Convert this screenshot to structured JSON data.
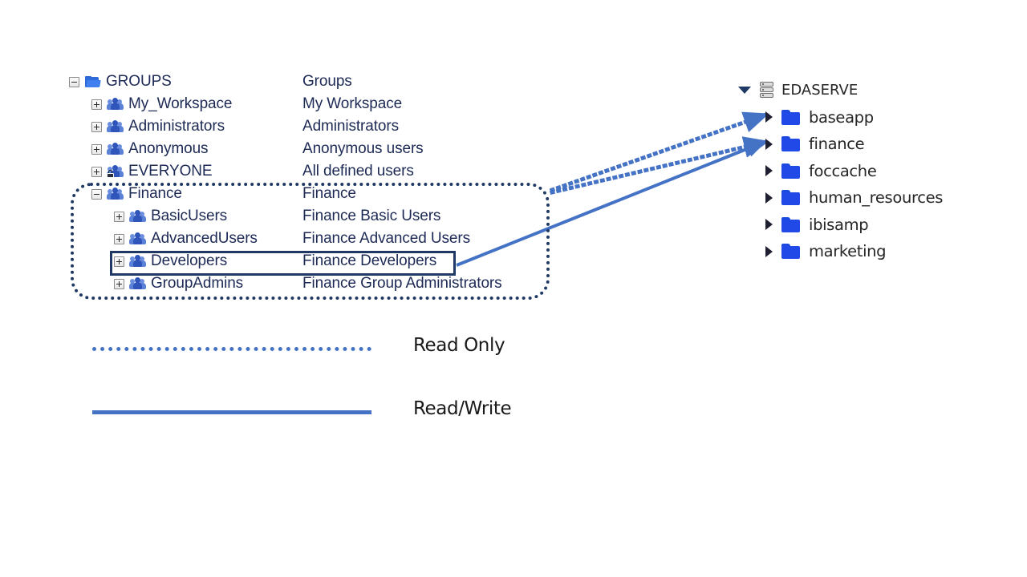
{
  "groups_tree": {
    "column_headers_present": false,
    "rows": [
      {
        "expander": "minus",
        "icon": "folder-open-icon",
        "indent": 0,
        "name": "GROUPS",
        "description": "Groups"
      },
      {
        "expander": "plus",
        "icon": "group-icon",
        "indent": 1,
        "name": "My_Workspace",
        "description": "My Workspace"
      },
      {
        "expander": "plus",
        "icon": "group-icon",
        "indent": 1,
        "name": "Administrators",
        "description": "Administrators"
      },
      {
        "expander": "plus",
        "icon": "group-icon",
        "indent": 1,
        "name": "Anonymous",
        "description": "Anonymous users"
      },
      {
        "expander": "plus",
        "icon": "group-locked-icon",
        "indent": 1,
        "name": "EVERYONE",
        "description": "All defined users"
      },
      {
        "expander": "minus",
        "icon": "group-icon",
        "indent": 1,
        "name": "Finance",
        "description": "Finance"
      },
      {
        "expander": "plus",
        "icon": "group-icon",
        "indent": 2,
        "name": "BasicUsers",
        "description": "Finance Basic Users"
      },
      {
        "expander": "plus",
        "icon": "group-icon",
        "indent": 2,
        "name": "AdvancedUsers",
        "description": "Finance Advanced Users"
      },
      {
        "expander": "plus",
        "icon": "group-icon",
        "indent": 2,
        "name": "Developers",
        "description": "Finance Developers"
      },
      {
        "expander": "plus",
        "icon": "group-icon",
        "indent": 2,
        "name": "GroupAdmins",
        "description": "Finance Group Administrators"
      }
    ]
  },
  "server_tree": {
    "root": {
      "expander": "triangle-down",
      "icon": "server-icon",
      "name": "EDASERVE"
    },
    "folders": [
      {
        "expander": "triangle-right",
        "icon": "folder-icon",
        "name": "baseapp"
      },
      {
        "expander": "triangle-right",
        "icon": "folder-icon",
        "name": "finance"
      },
      {
        "expander": "triangle-right",
        "icon": "folder-icon",
        "name": "foccache"
      },
      {
        "expander": "triangle-right",
        "icon": "folder-icon",
        "name": "human_resources"
      },
      {
        "expander": "triangle-right",
        "icon": "folder-icon",
        "name": "ibisamp"
      },
      {
        "expander": "triangle-right",
        "icon": "folder-icon",
        "name": "marketing"
      }
    ]
  },
  "legend": {
    "items": [
      {
        "style": "dotted",
        "label": "Read Only"
      },
      {
        "style": "solid",
        "label": "Read/Write"
      }
    ]
  },
  "annotations": {
    "finance_group_region": {
      "shape": "rounded-rectangle",
      "style": "dotted",
      "color": "#1F3864",
      "encloses": "Finance"
    },
    "developers_highlight": {
      "shape": "rectangle",
      "style": "solid",
      "color": "#1F3864",
      "encloses": "Developers"
    },
    "connectors": [
      {
        "id": "finance-to-baseapp",
        "from": "Finance",
        "to": "baseapp",
        "style": "dotted",
        "access": "Read Only",
        "color": "#4472C4"
      },
      {
        "id": "finance-to-finance",
        "from": "Finance",
        "to": "finance",
        "style": "dotted",
        "access": "Read Only",
        "color": "#4472C4"
      },
      {
        "id": "developers-to-finance",
        "from": "Developers",
        "to": "finance",
        "style": "solid",
        "access": "Read/Write",
        "color": "#4472C4"
      }
    ]
  },
  "colors": {
    "accent_blue": "#4472C4",
    "annotation_navy": "#1F3864",
    "folder_blue": "#2049E8",
    "tree_text": "#1D2A56",
    "server_text": "#262626",
    "background": "#FFFFFF"
  }
}
